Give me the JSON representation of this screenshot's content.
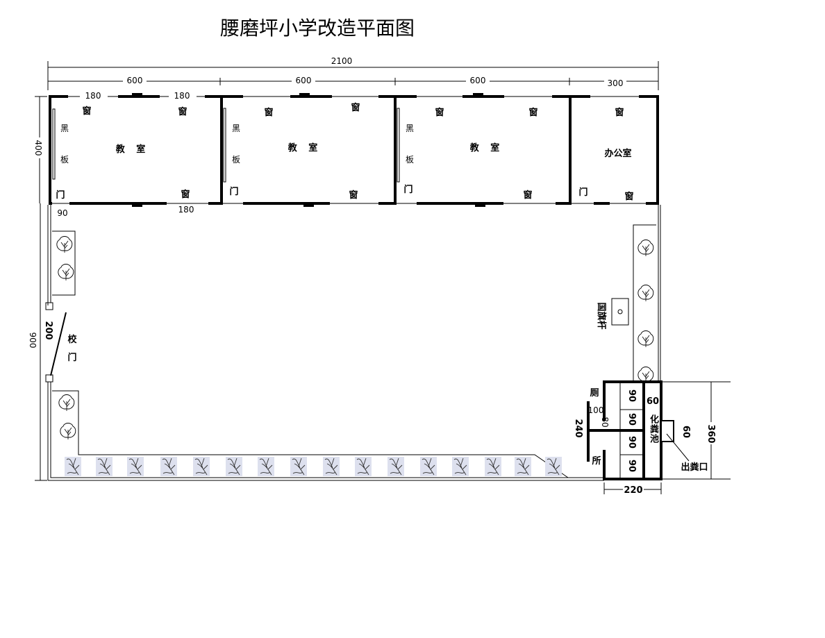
{
  "title": "腰磨坪小学改造平面图",
  "dimensions": {
    "total_width": "2100",
    "room_width": "600",
    "office_width": "300",
    "window_width": "180",
    "door_width": "90",
    "building_depth": "400",
    "yard_depth": "900",
    "gate_width": "200",
    "toilet_depth": "360",
    "toilet_width": "220",
    "toilet_side": "240",
    "toilet_entry": "100",
    "toilet_door": "80",
    "stall": "90",
    "tank": "60",
    "outlet": "60"
  },
  "labels": {
    "window": "窗",
    "door": "门",
    "blackboard_1": "黑",
    "blackboard_2": "板",
    "classroom": "教 室",
    "office": "办公室",
    "gate_1": "校",
    "gate_2": "门",
    "flagpole": "国旗杆",
    "toilet_1": "厕",
    "toilet_2": "所",
    "septic_tank": "化粪池",
    "outlet": "出粪口"
  }
}
